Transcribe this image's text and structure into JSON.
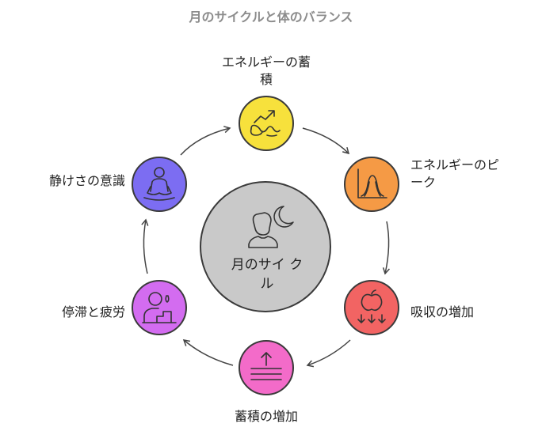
{
  "title": "月のサイクルと体のバランス",
  "center": {
    "line1": "月のサイ ク",
    "line2": "ル"
  },
  "nodes": [
    {
      "id": "energy-accumulation",
      "line1": "エネルギーの蓄",
      "line2": "積",
      "color": "#f7e13c",
      "icon": "chart-trend-icon"
    },
    {
      "id": "energy-peak",
      "line1": "エネルギーのピ",
      "line2": "ーク",
      "color": "#f59a45",
      "icon": "peak-chart-icon"
    },
    {
      "id": "absorption-increase",
      "line1": "吸収の増加",
      "line2": "",
      "color": "#f26463",
      "icon": "absorb-apple-icon"
    },
    {
      "id": "accumulation-increase",
      "line1": "蓄積の増加",
      "line2": "",
      "color": "#f36bc9",
      "icon": "layers-upload-icon"
    },
    {
      "id": "stagnation-fatigue",
      "line1": "停滞と疲労",
      "line2": "",
      "color": "#d36cf0",
      "icon": "tired-person-icon"
    },
    {
      "id": "awareness-of-stillness",
      "line1": "静けさの意識",
      "line2": "",
      "color": "#7c6df2",
      "icon": "meditation-icon"
    }
  ],
  "center_icon": "person-moon-icon"
}
